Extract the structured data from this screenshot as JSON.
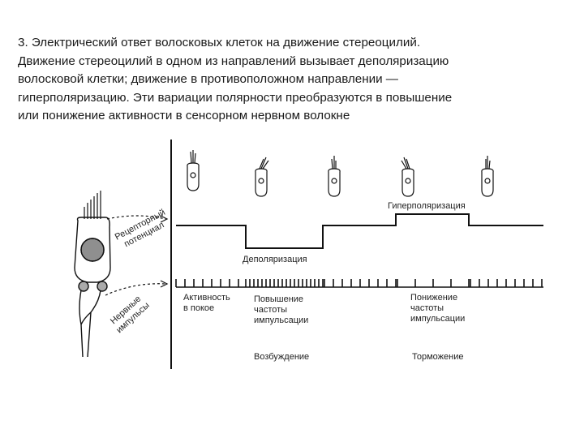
{
  "caption": {
    "lines": [
      "3. Электрический ответ волосковых клеток на движение стереоцилий.",
      "Движение стереоцилий в одном из направлений вызывает деполяризацию",
      "волосковой клетки; движение в противоположном направлении —",
      "гиперполяризацию. Эти вариации полярности преобразуются в повышение",
      "или понижение активности в сенсорном нервном волокне"
    ]
  },
  "diagram": {
    "receptor_potential": [
      "Рецепторный",
      "потенциал"
    ],
    "nerve_impulses": [
      "Нервные",
      "импульсы"
    ],
    "depolarization": "Деполяризация",
    "hyperpolarization": "Гиперполяризация",
    "resting_activity": [
      "Активность",
      "в покое"
    ],
    "increased_frequency": [
      "Повышение",
      "частоты",
      "импульсации"
    ],
    "decreased_frequency": [
      "Понижение",
      "частоты",
      "импульсации"
    ],
    "excitation": "Возбуждение",
    "inhibition": "Торможение"
  }
}
